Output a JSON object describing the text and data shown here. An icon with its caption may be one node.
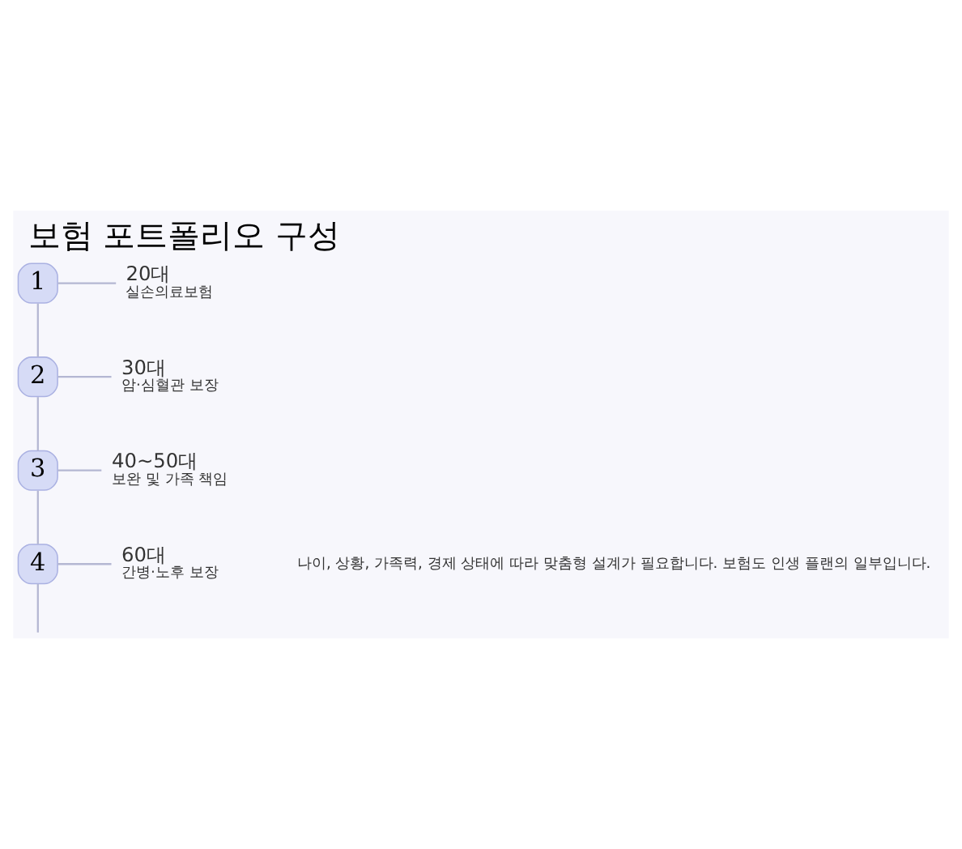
{
  "diagram": {
    "title": "보험 포트폴리오 구성",
    "nodes": [
      {
        "text": [
          "1"
        ]
      },
      {
        "text": [
          "20대",
          "실손의료보험"
        ]
      },
      {
        "text": [
          "2"
        ]
      },
      {
        "text": [
          "30대",
          "암·심혈관 보장"
        ]
      },
      {
        "text": [
          "3"
        ]
      },
      {
        "text": [
          "40~50대",
          "보완 및 가족 책임"
        ]
      },
      {
        "text": [
          "4"
        ]
      },
      {
        "text": [
          "60대",
          "간병·노후 보장"
        ]
      }
    ],
    "edges": [
      {
        "from": 0,
        "to": 1,
        "arrow": "none"
      },
      {
        "from": 0,
        "to": 2,
        "arrow": "none"
      },
      {
        "from": 2,
        "to": 3,
        "arrow": "none"
      },
      {
        "from": 2,
        "to": 4,
        "arrow": "none"
      },
      {
        "from": 4,
        "to": 5,
        "arrow": "none"
      },
      {
        "from": 4,
        "to": 6,
        "arrow": "none"
      },
      {
        "from": 6,
        "to": 7,
        "arrow": "none"
      },
      {
        "from": 6,
        "to": null,
        "arrow": "none"
      }
    ],
    "caption": "나이, 상황, 가족력, 경제 상태에 따라 맞춤형 설계가 필요합니다. 보험도 인생 플랜의 일부입니다."
  }
}
